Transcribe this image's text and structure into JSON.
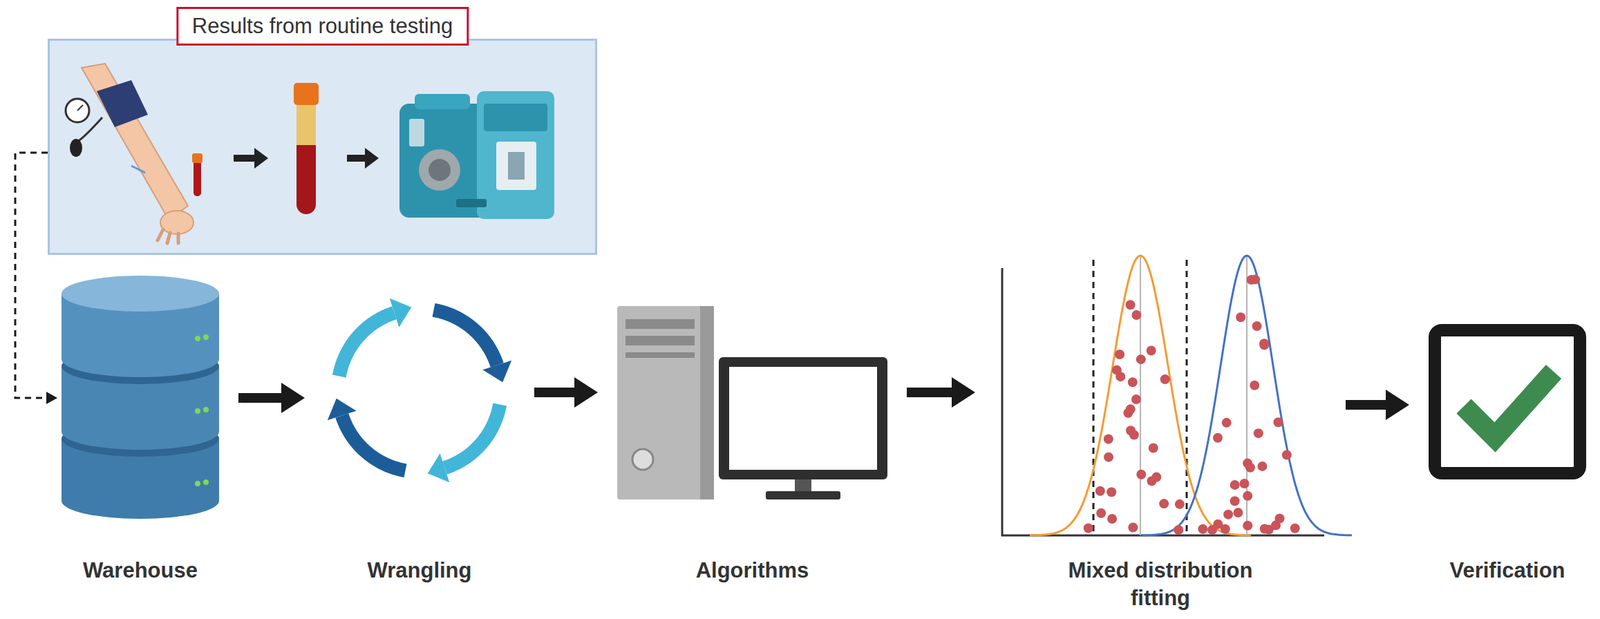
{
  "diagram": {
    "nodes": [
      {
        "text": [
          "Results from routine testing"
        ]
      },
      {
        "text": [
          "Warehouse"
        ]
      },
      {
        "text": [
          "Wrangling"
        ]
      },
      {
        "text": [
          "Algorithms"
        ]
      },
      {
        "text": [
          "Mixed distribution fitting"
        ]
      },
      {
        "text": [
          "Verification"
        ]
      }
    ],
    "edges": [
      {
        "from": 0,
        "to": 1,
        "arrow": "to"
      },
      {
        "from": 1,
        "to": 2,
        "arrow": "to"
      },
      {
        "from": 2,
        "to": 3,
        "arrow": "to"
      },
      {
        "from": 3,
        "to": 4,
        "arrow": "to"
      },
      {
        "from": 4,
        "to": 5,
        "arrow": "to"
      }
    ]
  }
}
